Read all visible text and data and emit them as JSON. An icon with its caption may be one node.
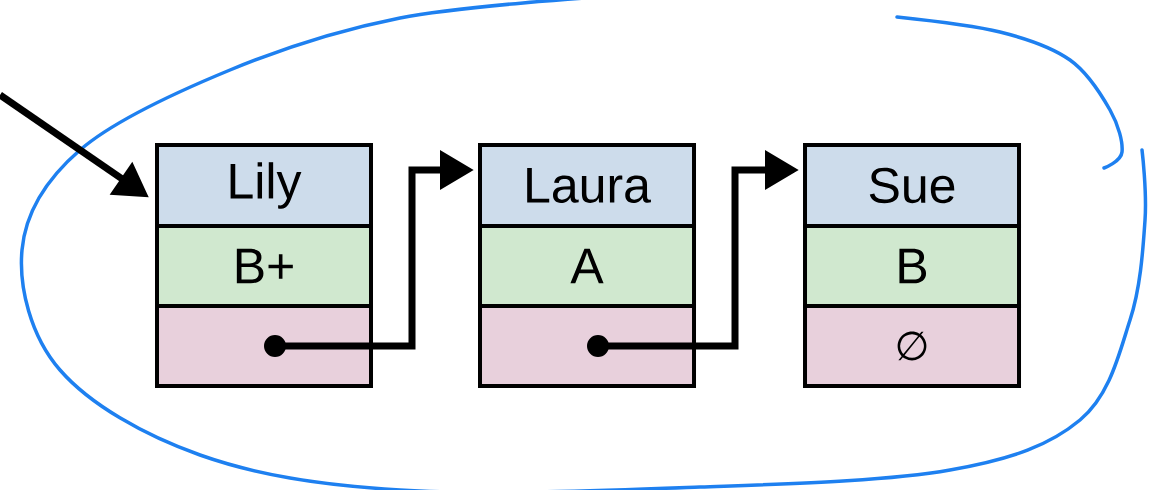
{
  "diagram": {
    "nodes": [
      {
        "text": [
          "Lily"
        ]
      },
      {
        "text": [
          "B+"
        ]
      },
      {
        "text": [],
        "shape": "box"
      },
      {
        "text": [
          "Laura"
        ]
      },
      {
        "text": [
          "A"
        ]
      },
      {
        "text": [],
        "shape": "box"
      },
      {
        "text": [
          "Sue"
        ]
      },
      {
        "text": [
          "B"
        ]
      },
      {
        "text": [
          "∅"
        ]
      }
    ],
    "edges": [
      {
        "from": null,
        "to": 0,
        "arrow": "to"
      },
      {
        "from": 2,
        "to": 3,
        "arrow": "to"
      },
      {
        "from": 5,
        "to": 6,
        "arrow": "to"
      }
    ]
  }
}
